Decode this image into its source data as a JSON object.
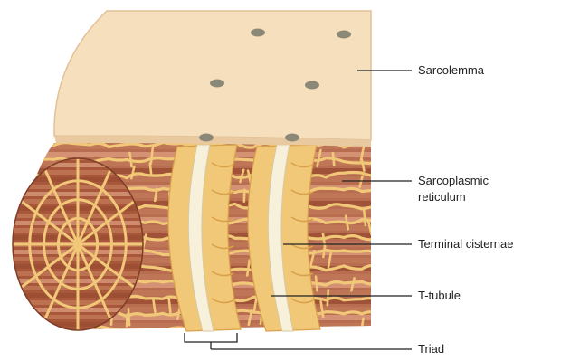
{
  "labels": {
    "sarcolemma": "Sarcolemma",
    "sr_line1": "Sarcoplasmic",
    "sr_line2": "reticulum",
    "terminal": "Terminal cisternae",
    "ttubule": "T-tubule",
    "triad": "Triad"
  },
  "colors": {
    "sarcolemma_fill": "#f6dfbd",
    "sarcolemma_edge": "#e2c196",
    "fibril_dark": "#9a4e33",
    "fibril_mid": "#c07858",
    "fibril_light": "#d8987a",
    "reticulum": "#f1c778",
    "reticulum_edge": "#d9a24a",
    "ttubule": "#f7f1dc",
    "pore": "#8c8878",
    "leader": "#222222"
  }
}
